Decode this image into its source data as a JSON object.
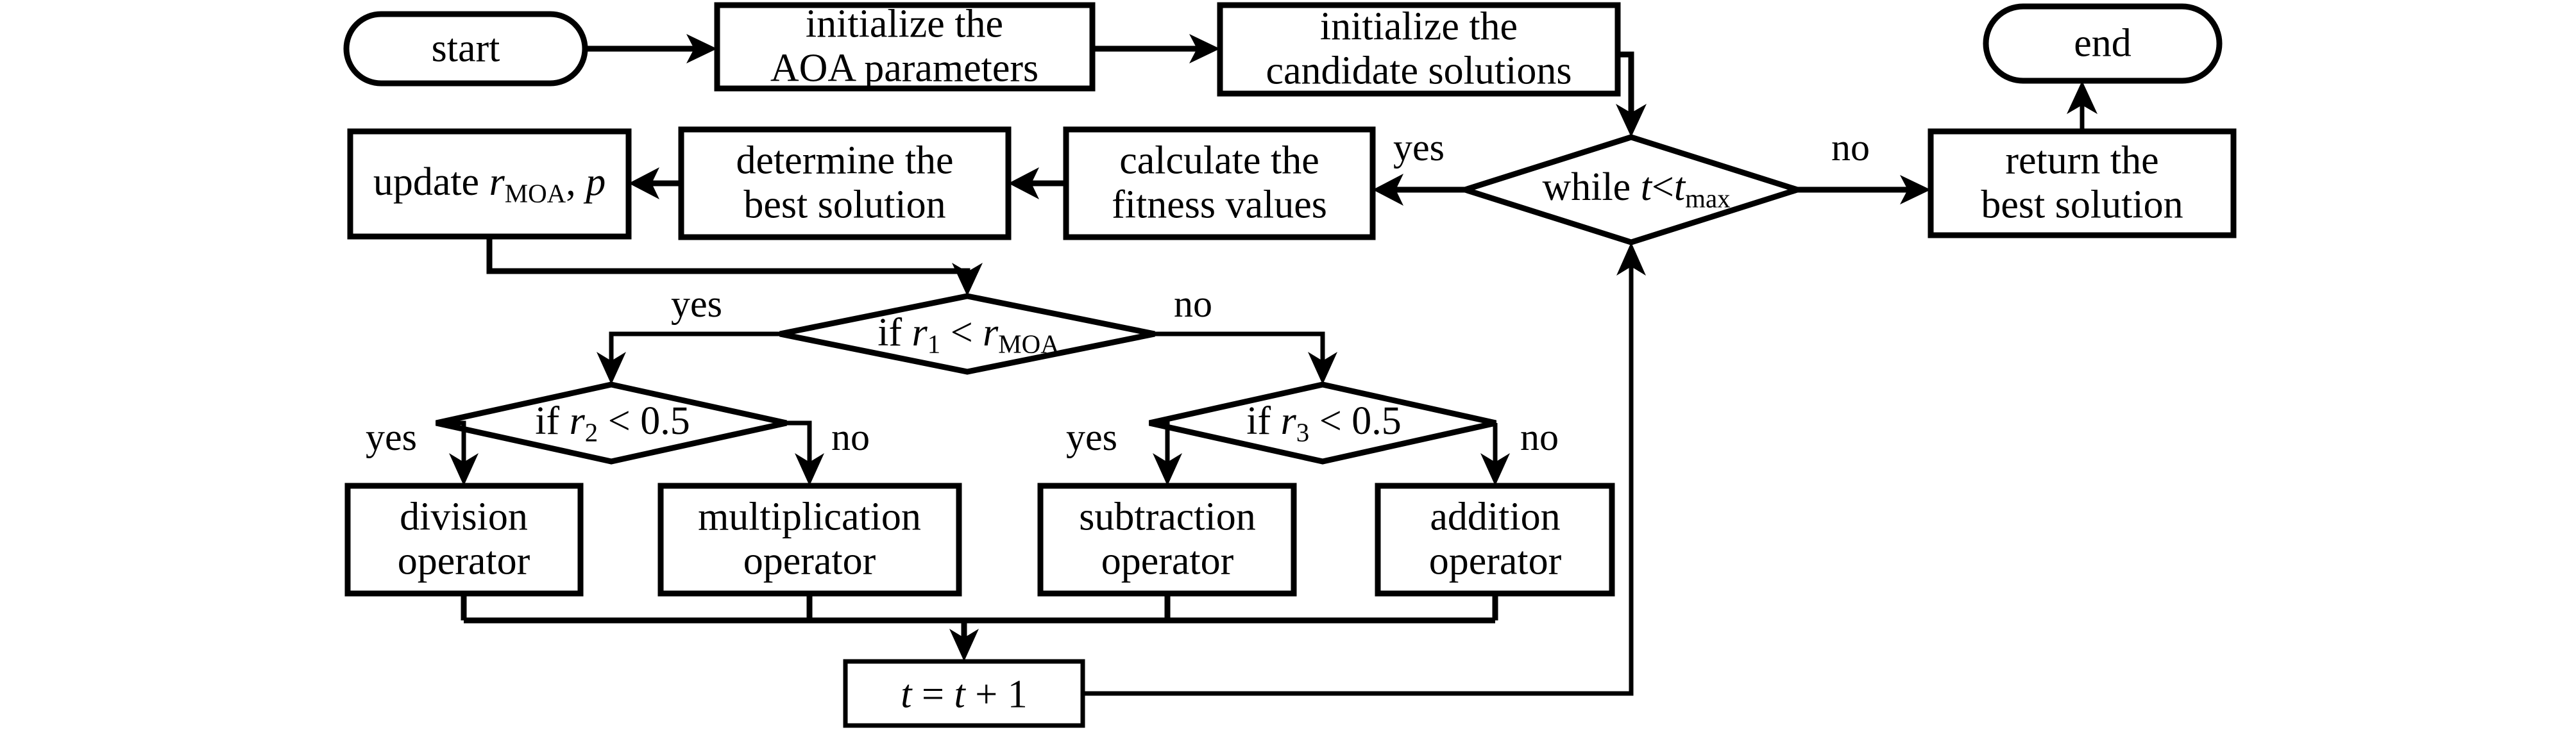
{
  "diagram": {
    "title": "AOA algorithm flowchart",
    "type": "flowchart",
    "background_color": "#ffffff",
    "line_color": "#000000"
  },
  "nodes": {
    "start": {
      "label": "start",
      "shape": "stadium"
    },
    "init_aoa": {
      "line1": "initialize the",
      "line2": "AOA parameters",
      "shape": "rect"
    },
    "init_cand": {
      "line1": "initialize the",
      "line2": "candidate solutions",
      "shape": "rect"
    },
    "end": {
      "label": "end",
      "shape": "stadium"
    },
    "while": {
      "prefix": "while ",
      "var1": "t",
      "op": "<",
      "var2": "t",
      "sub2": "max",
      "shape": "diamond"
    },
    "return_best": {
      "line1": "return the",
      "line2": "best solution",
      "shape": "rect"
    },
    "calc_fitness": {
      "line1": "calculate the",
      "line2": "fitness values",
      "shape": "rect"
    },
    "determine_best": {
      "line1": "determine the",
      "line2": "best solution",
      "shape": "rect"
    },
    "update_params": {
      "prefix": "update ",
      "var1": "r",
      "sub1": "MOA",
      "comma": ", ",
      "var2": "p",
      "shape": "rect"
    },
    "if_r1": {
      "prefix": "if ",
      "var1": "r",
      "sub1": "1",
      "op": " < ",
      "var2": "r",
      "sub2": "MOA",
      "shape": "diamond"
    },
    "if_r2": {
      "prefix": "if ",
      "var1": "r",
      "sub1": "2",
      "op": " < ",
      "value": "0.5",
      "shape": "diamond"
    },
    "if_r3": {
      "prefix": "if ",
      "var1": "r",
      "sub1": "3",
      "op": " < ",
      "value": "0.5",
      "shape": "diamond"
    },
    "division": {
      "line1": "division",
      "line2": "operator",
      "shape": "rect"
    },
    "multiplication": {
      "line1": "multiplication",
      "line2": "operator",
      "shape": "rect"
    },
    "subtraction": {
      "line1": "subtraction",
      "line2": "operator",
      "shape": "rect"
    },
    "addition": {
      "line1": "addition",
      "line2": "operator",
      "shape": "rect"
    },
    "increment": {
      "var1": "t",
      "eq": " = ",
      "var2": "t",
      "plus": " + ",
      "one": "1",
      "shape": "rect"
    }
  },
  "edge_labels": {
    "while_yes": "yes",
    "while_no": "no",
    "r1_yes": "yes",
    "r1_no": "no",
    "r2_yes": "yes",
    "r2_no": "no",
    "r3_yes": "yes",
    "r3_no": "no"
  }
}
